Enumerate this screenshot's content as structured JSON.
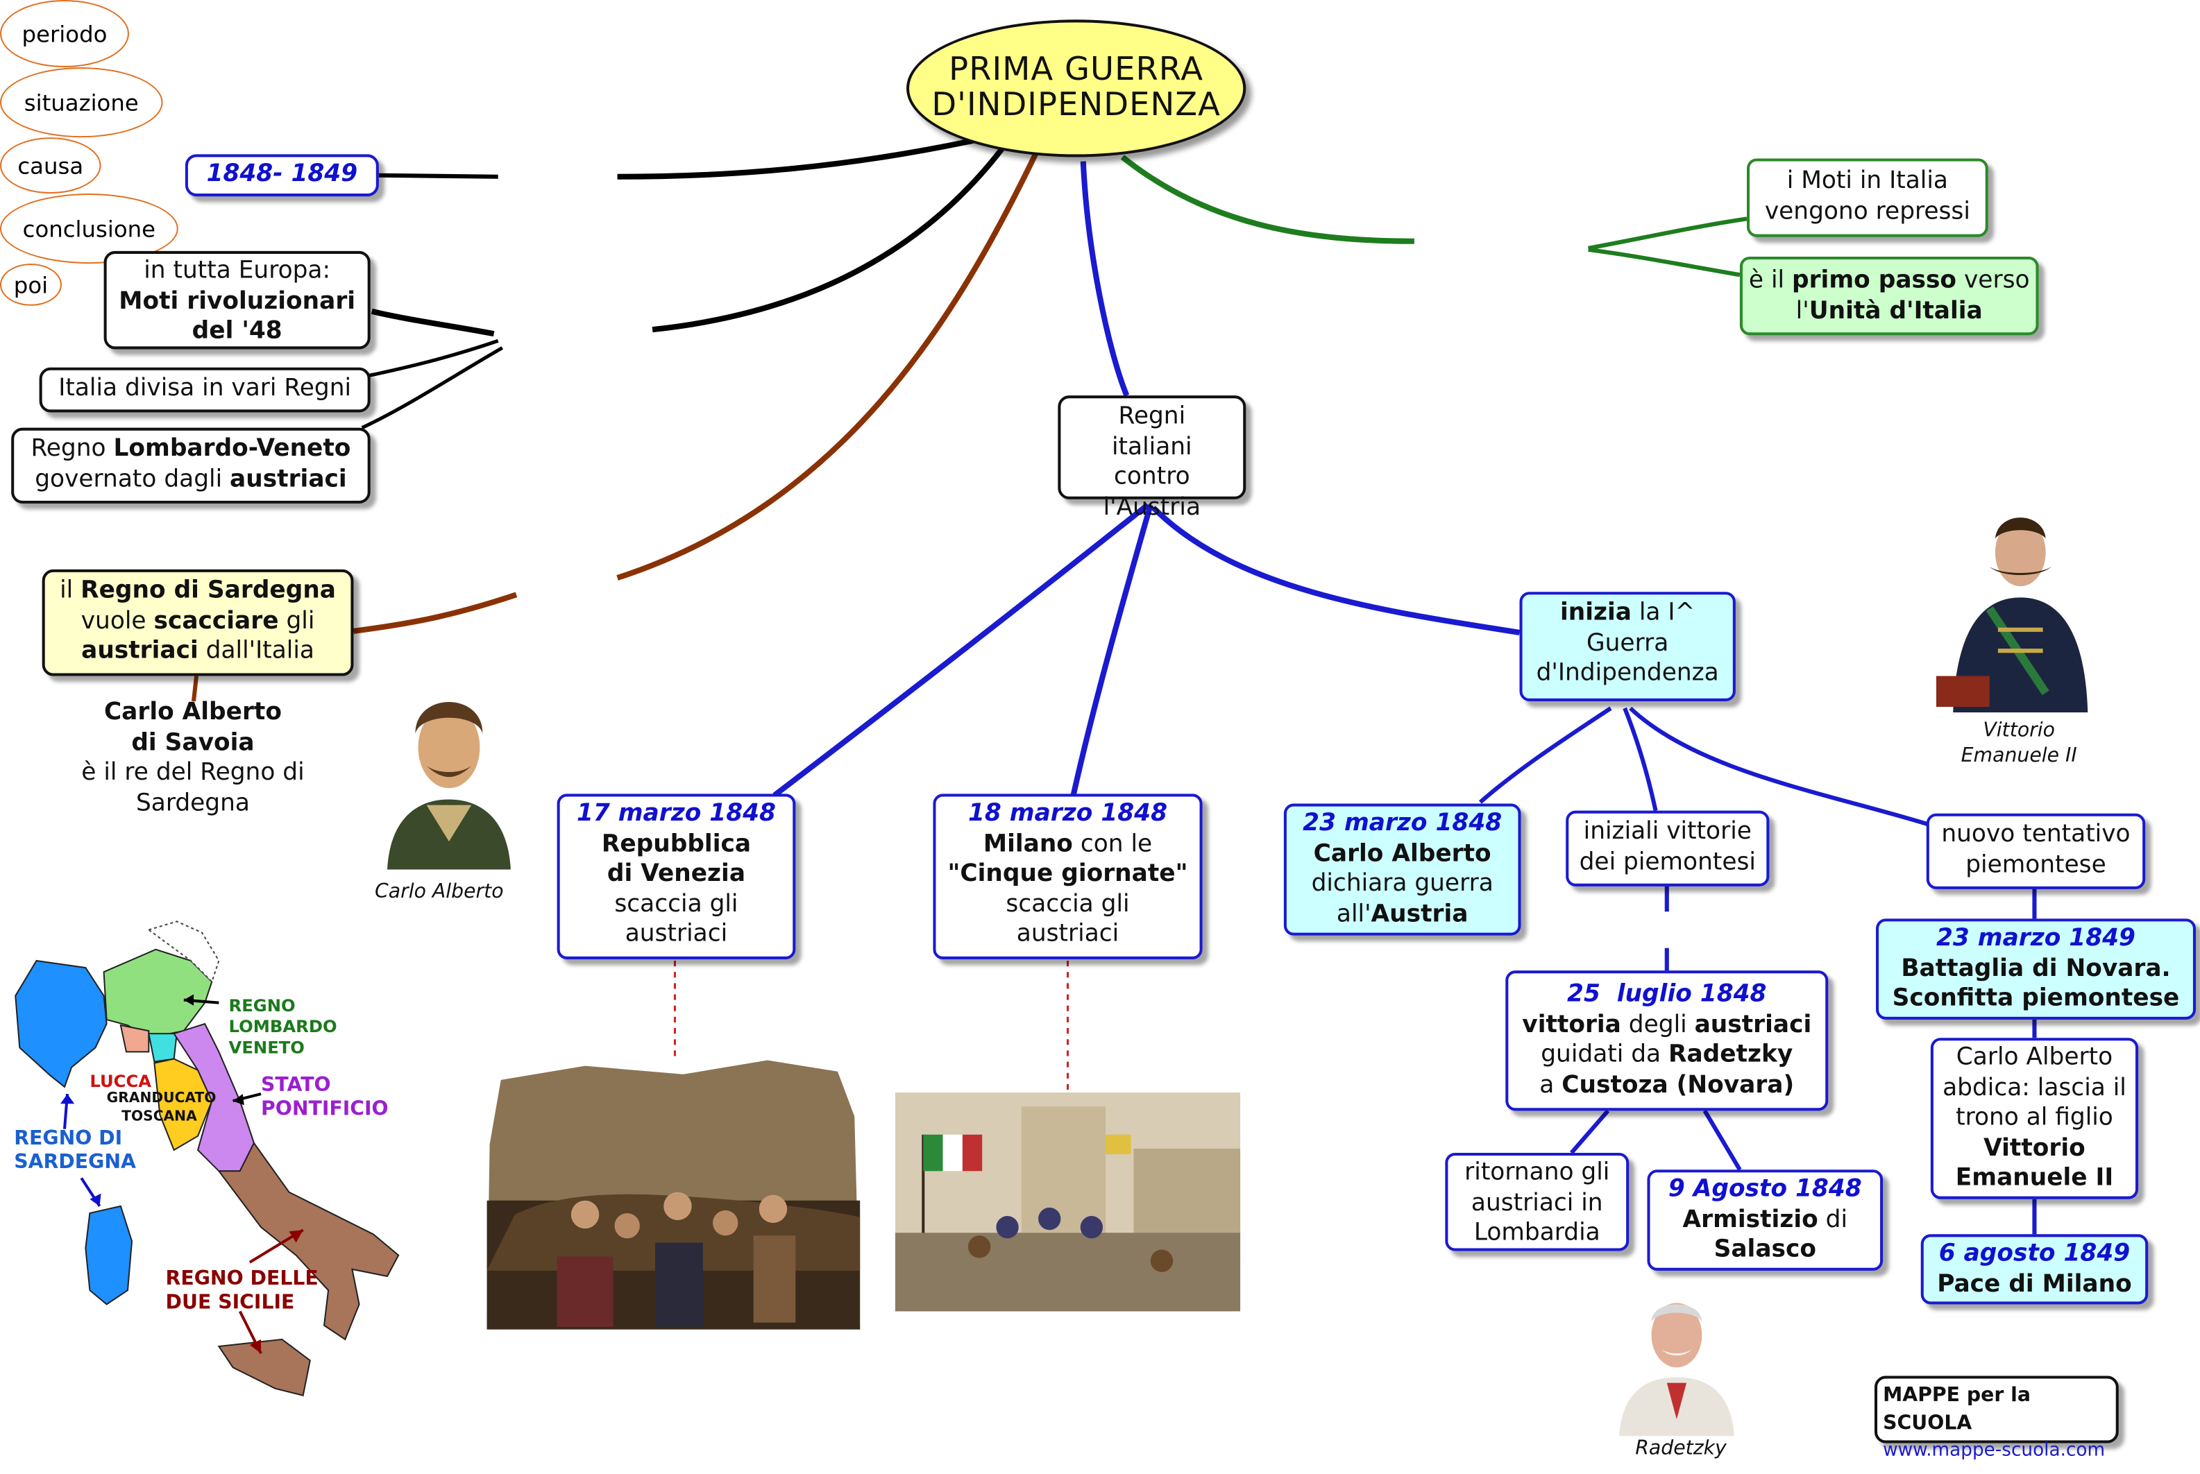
{
  "title": {
    "line1": "PRIMA GUERRA",
    "line2": "D'INDIPENDENZA"
  },
  "connectors": {
    "periodo": "periodo",
    "situazione": "situazione",
    "causa": "causa",
    "conclusione": "conclusione",
    "poi": "poi"
  },
  "periodo_value": "1848- 1849",
  "situazione": {
    "europa": {
      "pre": "in tutta Europa:",
      "bold": "Moti rivoluzionari del '48"
    },
    "italia": "Italia divisa in vari Regni",
    "lombardo": {
      "pre": "Regno ",
      "bold1": "Lombardo-Veneto",
      "mid": " governato dagli ",
      "bold2": "austriaci"
    }
  },
  "causa": {
    "p1": "il ",
    "b1": "Regno di Sardegna",
    "p2": " vuole ",
    "b2": "scacciare",
    "p3": " gli ",
    "b3": "austriaci",
    "p4": " dall'Italia"
  },
  "carlo_alberto_note": {
    "bold": "Carlo Alberto di Savoia",
    "rest": "è il re del Regno di Sardegna"
  },
  "conclusione": {
    "moti": "i Moti in Italia vengono repressi",
    "unita": {
      "p1": "è il ",
      "b1": "primo passo",
      "p2": " verso l'",
      "b2": "Unità d'Italia"
    }
  },
  "regni_contro": "Regni italiani contro l'Austria",
  "venezia": {
    "date": "17 marzo 1848",
    "bold": "Repubblica di Venezia",
    "rest": "scaccia gli austriaci"
  },
  "milano": {
    "date": "18 marzo 1848",
    "b1": "Milano",
    "p1": " con le ",
    "b2": "\"Cinque giornate\"",
    "rest": "scaccia gli austriaci"
  },
  "inizia": {
    "b1": "inizia",
    "p1": " la I^ Guerra d'Indipendenza"
  },
  "dichiara": {
    "date": "23 marzo 1848",
    "b1": "Carlo Alberto",
    "p1": "dichiara guerra all'",
    "b2": "Austria"
  },
  "vittorie": "iniziali vittorie dei piemontesi",
  "custoza": {
    "date": "25  luglio 1848",
    "b1": "vittoria",
    "p1": " degli ",
    "b2": "austriaci",
    "p2": "guidati da ",
    "b3": "Radetzky",
    "p3": "a ",
    "b4": "Custoza (Novara)"
  },
  "ritornano": "ritornano gli austriaci in Lombardia",
  "salasco": {
    "date": "9 Agosto 1848",
    "b1": "Armistizio",
    "p1": " di",
    "b2": "Salasco"
  },
  "tentativo": "nuovo tentativo piemontese",
  "novara": {
    "date": "23 marzo 1849",
    "bold": "Battaglia di Novara. Sconfitta piemontese"
  },
  "abdica": {
    "p1": "Carlo Alberto abdica: lascia il trono al figlio ",
    "b1": "Vittorio Emanuele II"
  },
  "pace": {
    "date": "6 agosto 1849",
    "bold": "Pace di Milano"
  },
  "captions": {
    "carlo": "Carlo Alberto",
    "vittorio": "Vittorio Emanuele II",
    "radetzky": "Radetzky"
  },
  "map_labels": {
    "lombardo": "REGNO LOMBARDO VENETO",
    "lucca": "LUCCA",
    "toscana": "GRANDUCATO TOSCANA",
    "stato": "STATO PONTIFICIO",
    "sardegna": "REGNO DI SARDEGNA",
    "sicilie": "REGNO DELLE DUE SICILIE"
  },
  "brand": {
    "name": "MAPPE per la SCUOLA",
    "url": "www.mappe-scuola.com"
  }
}
